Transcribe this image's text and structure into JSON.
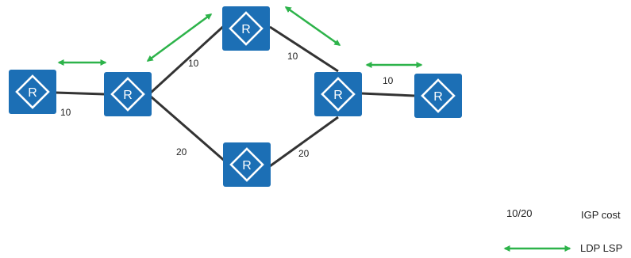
{
  "colors": {
    "router_fill": "#1c6fb5",
    "router_icon": "#ffffff",
    "link": "#333333",
    "lsp_arrow": "#2db34a"
  },
  "routers": [
    {
      "id": "r1",
      "icon": "router-icon",
      "label": "R"
    },
    {
      "id": "r2",
      "icon": "router-icon",
      "label": "R"
    },
    {
      "id": "r3",
      "icon": "router-icon",
      "label": "R"
    },
    {
      "id": "r4",
      "icon": "router-icon",
      "label": "R"
    },
    {
      "id": "r5",
      "icon": "router-icon",
      "label": "R"
    },
    {
      "id": "r6",
      "icon": "router-icon",
      "label": "R"
    }
  ],
  "links": [
    {
      "from": "r1",
      "to": "r2",
      "cost": "10"
    },
    {
      "from": "r2",
      "to": "r3",
      "cost": "10"
    },
    {
      "from": "r3",
      "to": "r5",
      "cost": "10"
    },
    {
      "from": "r5",
      "to": "r6",
      "cost": "10"
    },
    {
      "from": "r2",
      "to": "r4",
      "cost": "20"
    },
    {
      "from": "r4",
      "to": "r5",
      "cost": "20"
    }
  ],
  "legend": {
    "cost_sample": "10/20",
    "cost_label": "IGP cost",
    "lsp_label": "LDP LSP"
  }
}
